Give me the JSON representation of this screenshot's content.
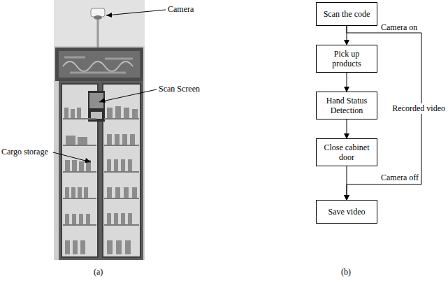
{
  "diagram": {
    "nodes": [
      {
        "text": [
          "Scan the code"
        ]
      },
      {
        "text": [
          "Pick up products"
        ]
      },
      {
        "text": [
          "Hand Status Detection"
        ]
      },
      {
        "text": [
          "Close cabinet door"
        ]
      },
      {
        "text": [
          "Save video"
        ]
      }
    ],
    "edges": [
      {
        "from": 0,
        "to": 1,
        "arrow": "to"
      },
      {
        "from": 1,
        "to": 2,
        "arrow": "to"
      },
      {
        "from": 2,
        "to": 3,
        "arrow": "to"
      },
      {
        "from": 3,
        "to": 4,
        "arrow": "to"
      },
      {
        "from": 0,
        "to": 4,
        "label": "Recorded video",
        "arrow": "to"
      }
    ],
    "labels": [
      "Camera",
      "Scan Screen",
      "Cargo storage",
      "(a)",
      "(b)",
      "Camera on",
      "Camera off"
    ]
  }
}
